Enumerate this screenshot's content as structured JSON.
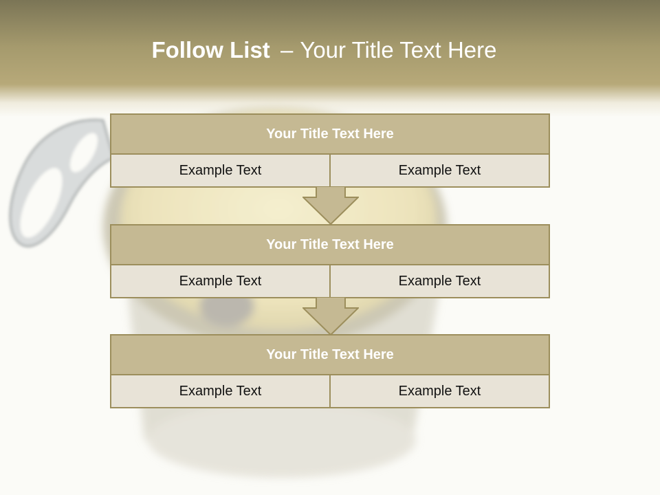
{
  "slide": {
    "title_bold": "Follow List",
    "title_dash": "–",
    "title_rest": "Your Title Text Here"
  },
  "blocks": [
    {
      "title": "Your Title Text Here",
      "left": "Example Text",
      "right": "Example Text"
    },
    {
      "title": "Your Title Text Here",
      "left": "Example Text",
      "right": "Example Text"
    },
    {
      "title": "Your Title Text Here",
      "left": "Example Text",
      "right": "Example Text"
    }
  ],
  "colors": {
    "header": "#a59a6d",
    "block_title_bg": "#c5b993",
    "block_cell_bg": "#e8e3d7",
    "border": "#9c8e5c"
  },
  "background_image": "blurred opened tin can with pull-ring"
}
